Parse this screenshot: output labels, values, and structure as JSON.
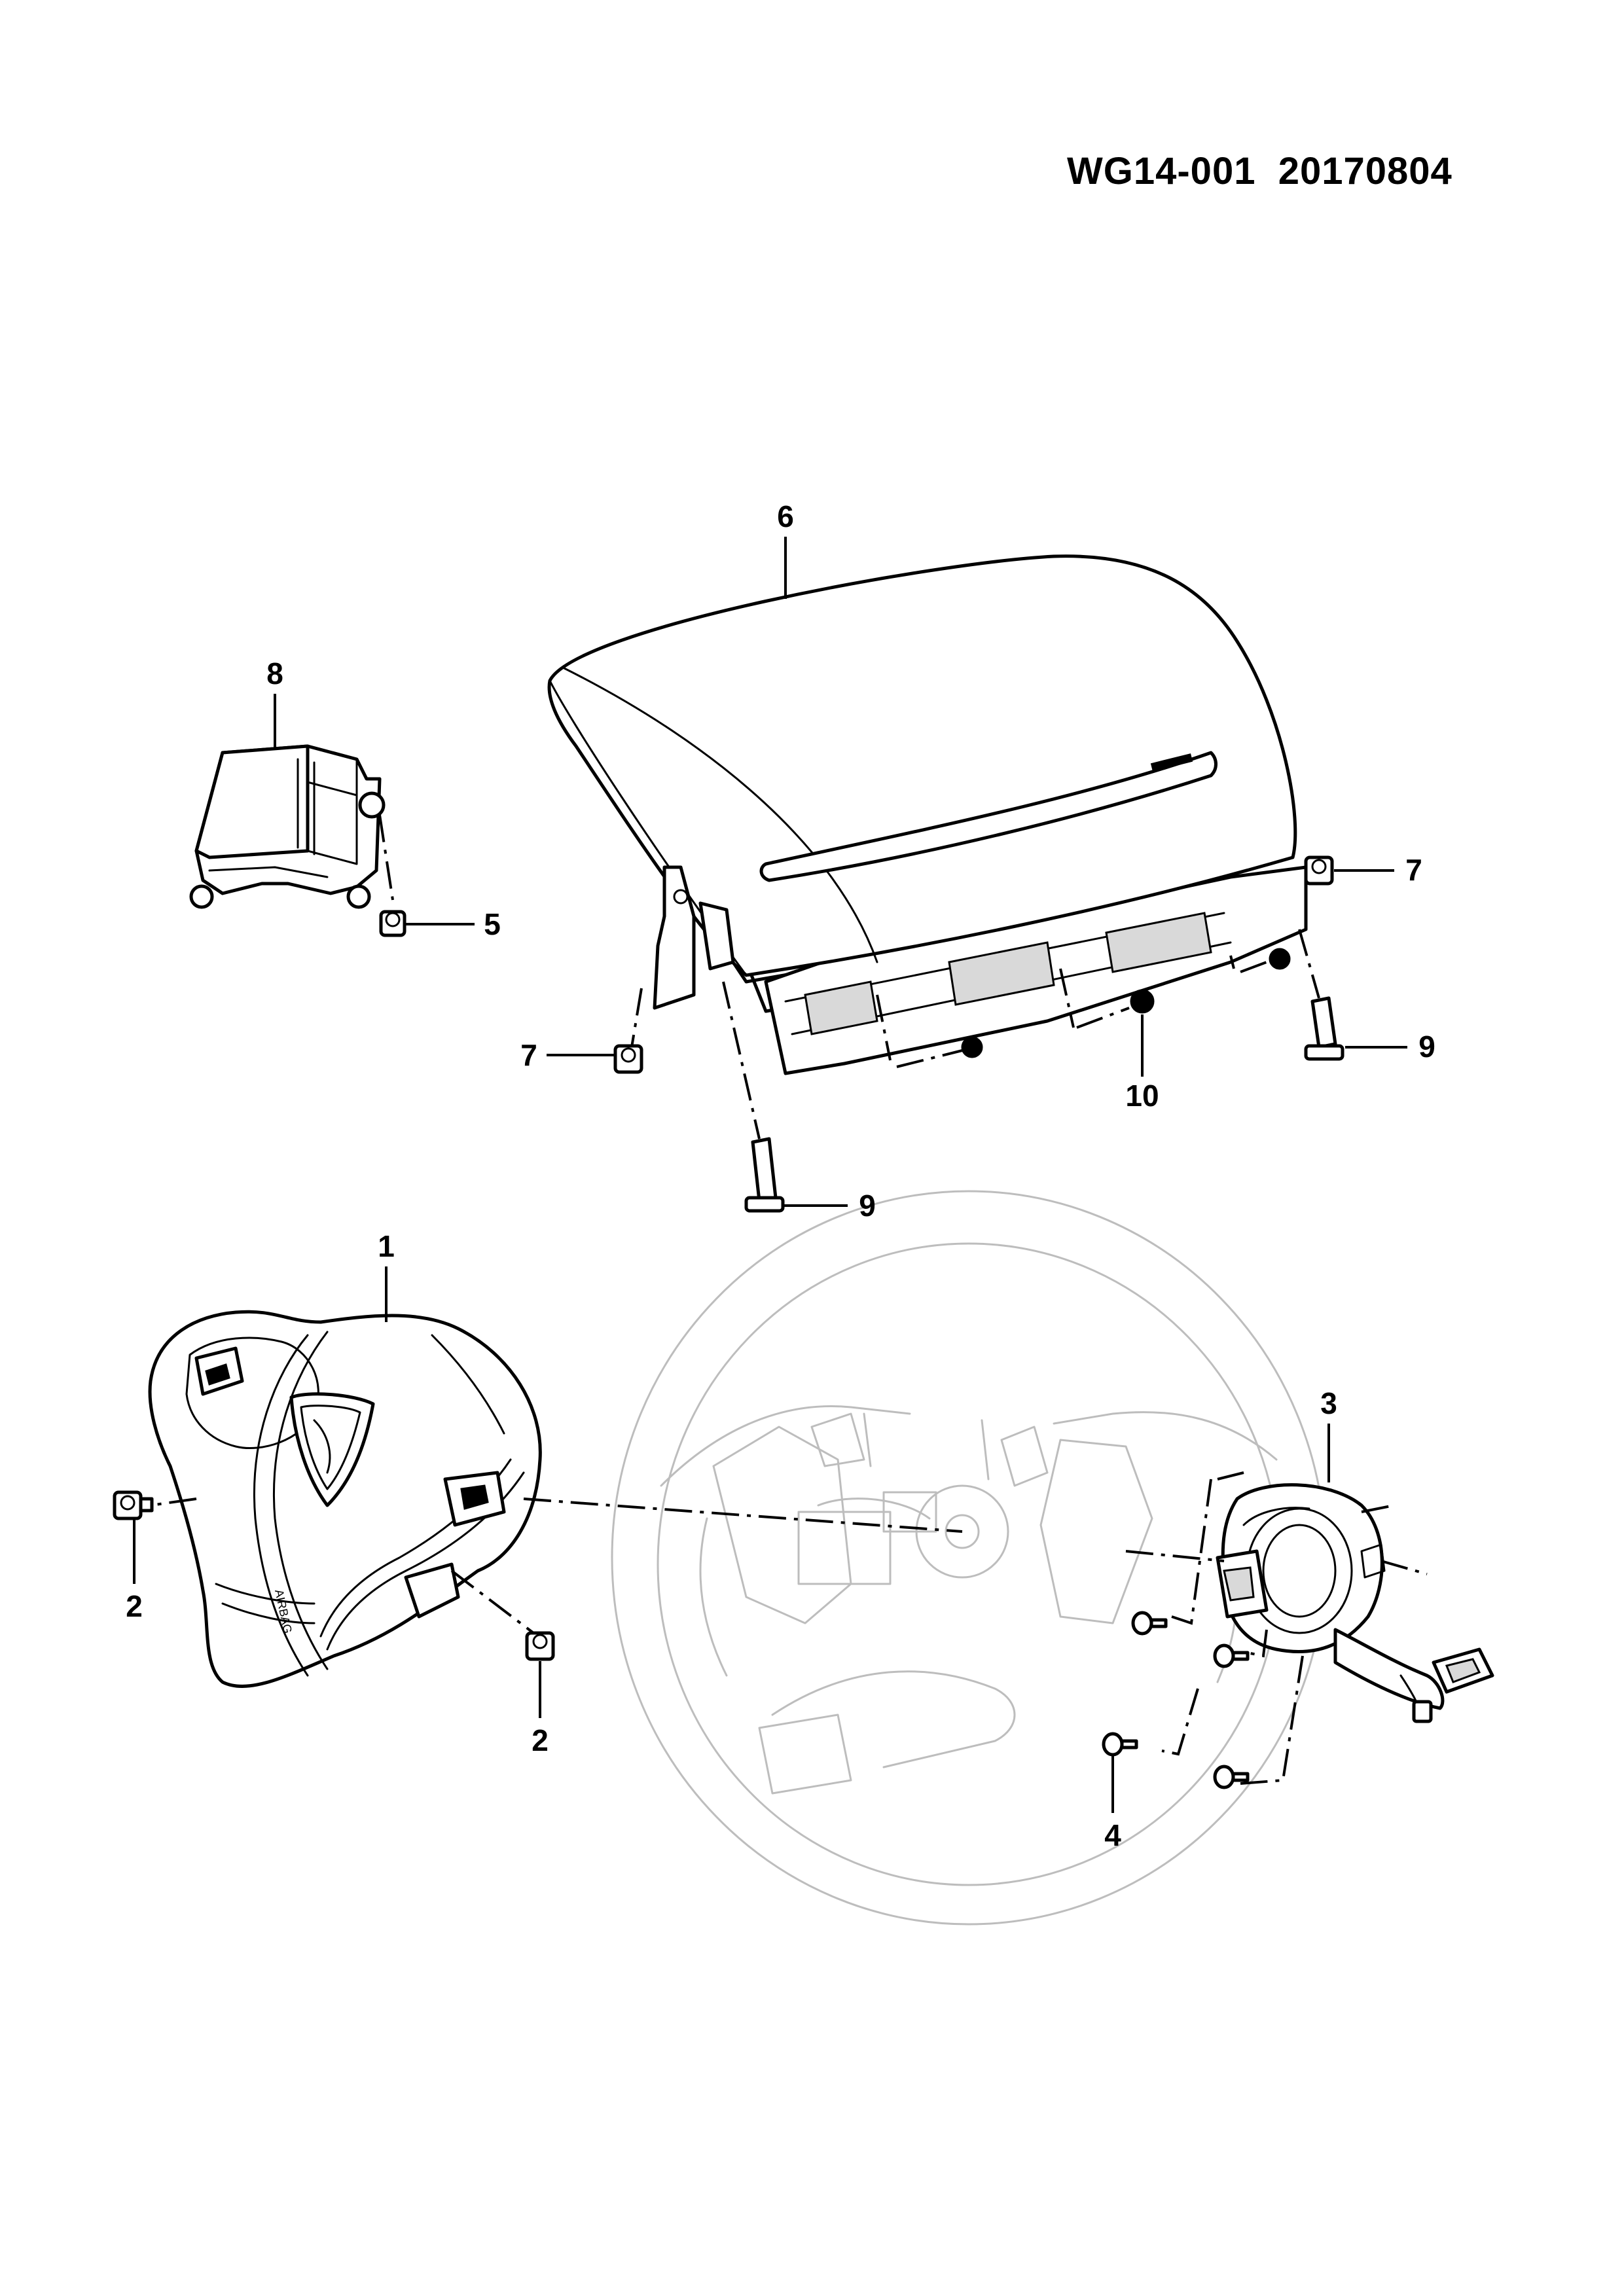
{
  "header": {
    "code": "WG14-001",
    "date": "20170804"
  },
  "callouts": {
    "c1": "1",
    "c2a": "2",
    "c2b": "2",
    "c3": "3",
    "c4": "4",
    "c5": "5",
    "c6": "6",
    "c7a": "7",
    "c7b": "7",
    "c8": "8",
    "c9a": "9",
    "c9b": "9",
    "c10": "10"
  },
  "part_texts": {
    "airbag_emboss": "AIRBAG"
  }
}
